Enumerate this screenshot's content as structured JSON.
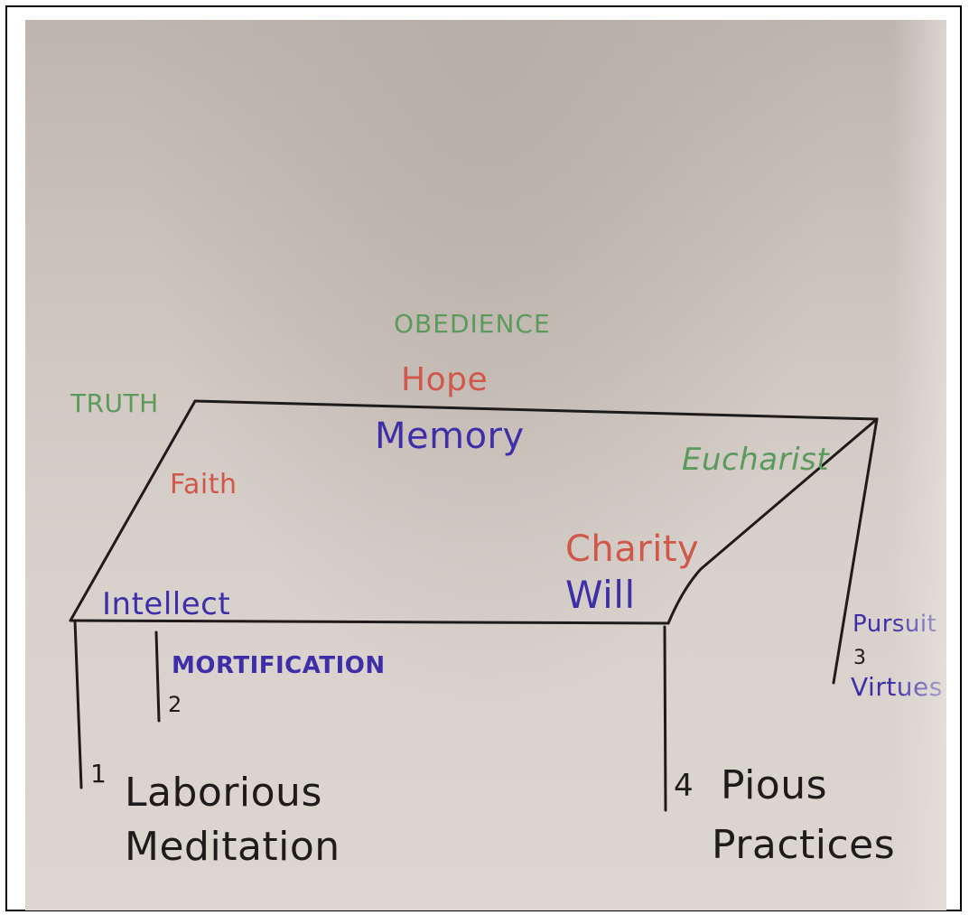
{
  "labels": {
    "obedience": "OBEDIENCE",
    "hope": "Hope",
    "truth": "TRUTH",
    "memory": "Memory",
    "eucharist": "Eucharist",
    "faith": "Faith",
    "charity": "Charity",
    "will": "Will",
    "intellect": "Intellect",
    "pursuit": "Pursuit",
    "num3": "3",
    "virtues": "Virtues",
    "mortification": "MORTIFICATION",
    "num2": "2",
    "num1": "1",
    "laborious": "Laborious",
    "meditation": "Meditation",
    "num4": "4",
    "pious": "Pious",
    "practices": "Practices"
  },
  "colors": {
    "green_marker": "#5a9a5c",
    "red_marker": "#d0584a",
    "blue_marker": "#3e2ea8",
    "black_marker": "#1e1c1a"
  }
}
